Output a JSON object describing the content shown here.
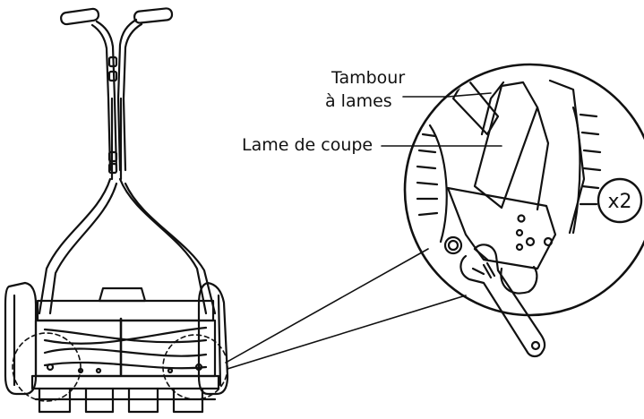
{
  "labels": {
    "drum_line1": "Tambour",
    "drum_line2": "à lames",
    "blade": "Lame de coupe",
    "count_badge": "x2"
  },
  "colors": {
    "ink": "#111111",
    "background": "#ffffff"
  },
  "icons": [
    "mower-illustration",
    "wrench-icon",
    "detail-zoom-circle",
    "dashed-focus-circle"
  ]
}
